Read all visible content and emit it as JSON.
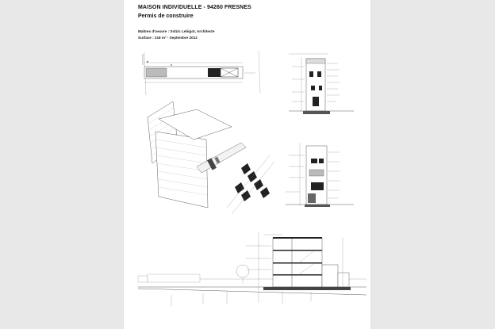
{
  "header": {
    "title": "MAISON INDIVIDUELLE - 94260 FRESNES",
    "subtitle": "Permis de construire",
    "author": "Maîtres d'oeuvre : Solzic Lebigot, Architecte",
    "surface": "Surface : 218 m² - Septembre 2012"
  },
  "colors": {
    "background": "#e8e8e8",
    "sheet": "#ffffff",
    "ink": "#222222"
  }
}
